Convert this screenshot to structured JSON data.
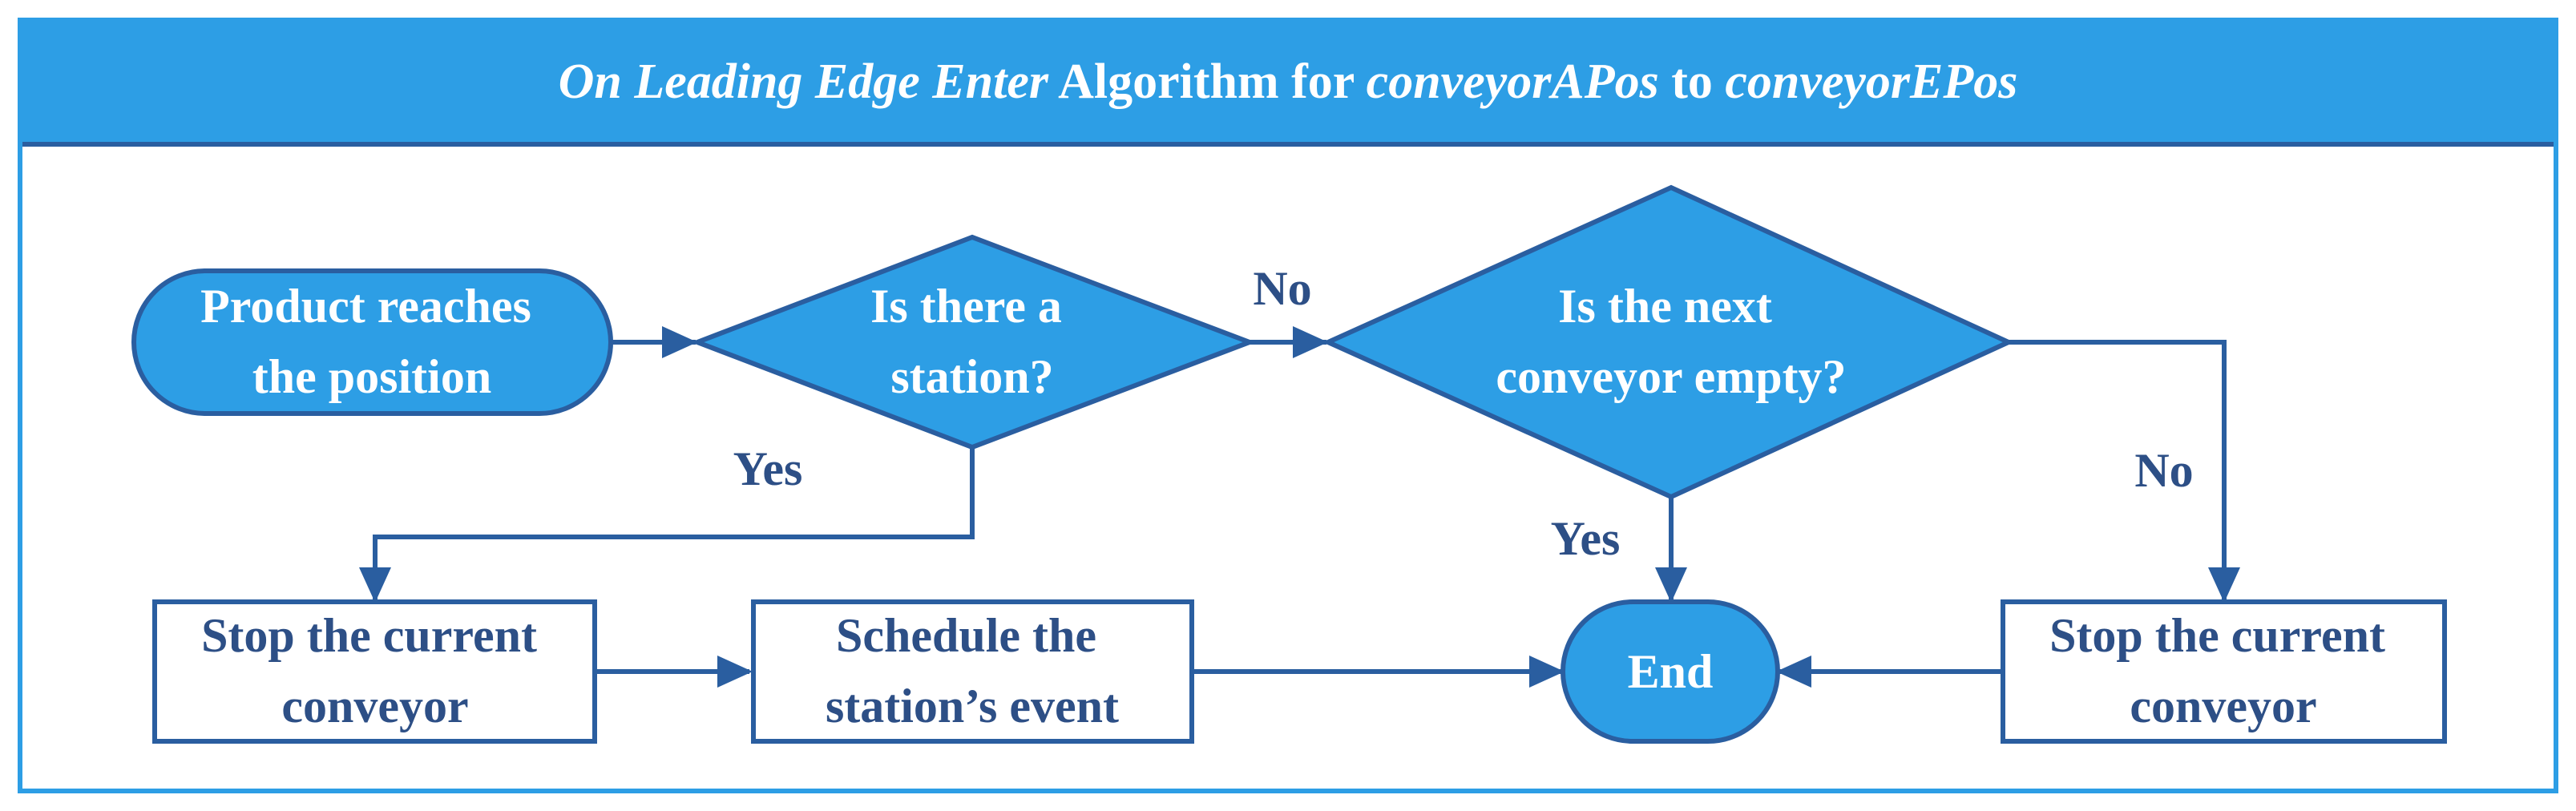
{
  "title": {
    "part1": "On Leading Edge Enter",
    "part2": " Algorithm for ",
    "part3": "conveyorAPos",
    "part4": " to ",
    "part5": "conveyorEPos"
  },
  "nodes": {
    "start": [
      "Product reaches",
      "the position"
    ],
    "decision_station": [
      "Is there a",
      "station?"
    ],
    "decision_next_empty": [
      "Is the next",
      "conveyor empty?"
    ],
    "stop_current_left": [
      "Stop the current",
      "conveyor"
    ],
    "schedule_event": [
      "Schedule the",
      "station’s event"
    ],
    "end": [
      "End"
    ],
    "stop_current_right": [
      "Stop the current",
      "conveyor"
    ]
  },
  "edge_labels": {
    "station_no": "No",
    "station_yes": "Yes",
    "empty_yes": "Yes",
    "empty_no": "No"
  },
  "colors": {
    "fill_blue": "#2d9ee5",
    "stroke_navy": "#2a5ea0",
    "text_navy": "#2d4f86",
    "white": "#ffffff"
  }
}
